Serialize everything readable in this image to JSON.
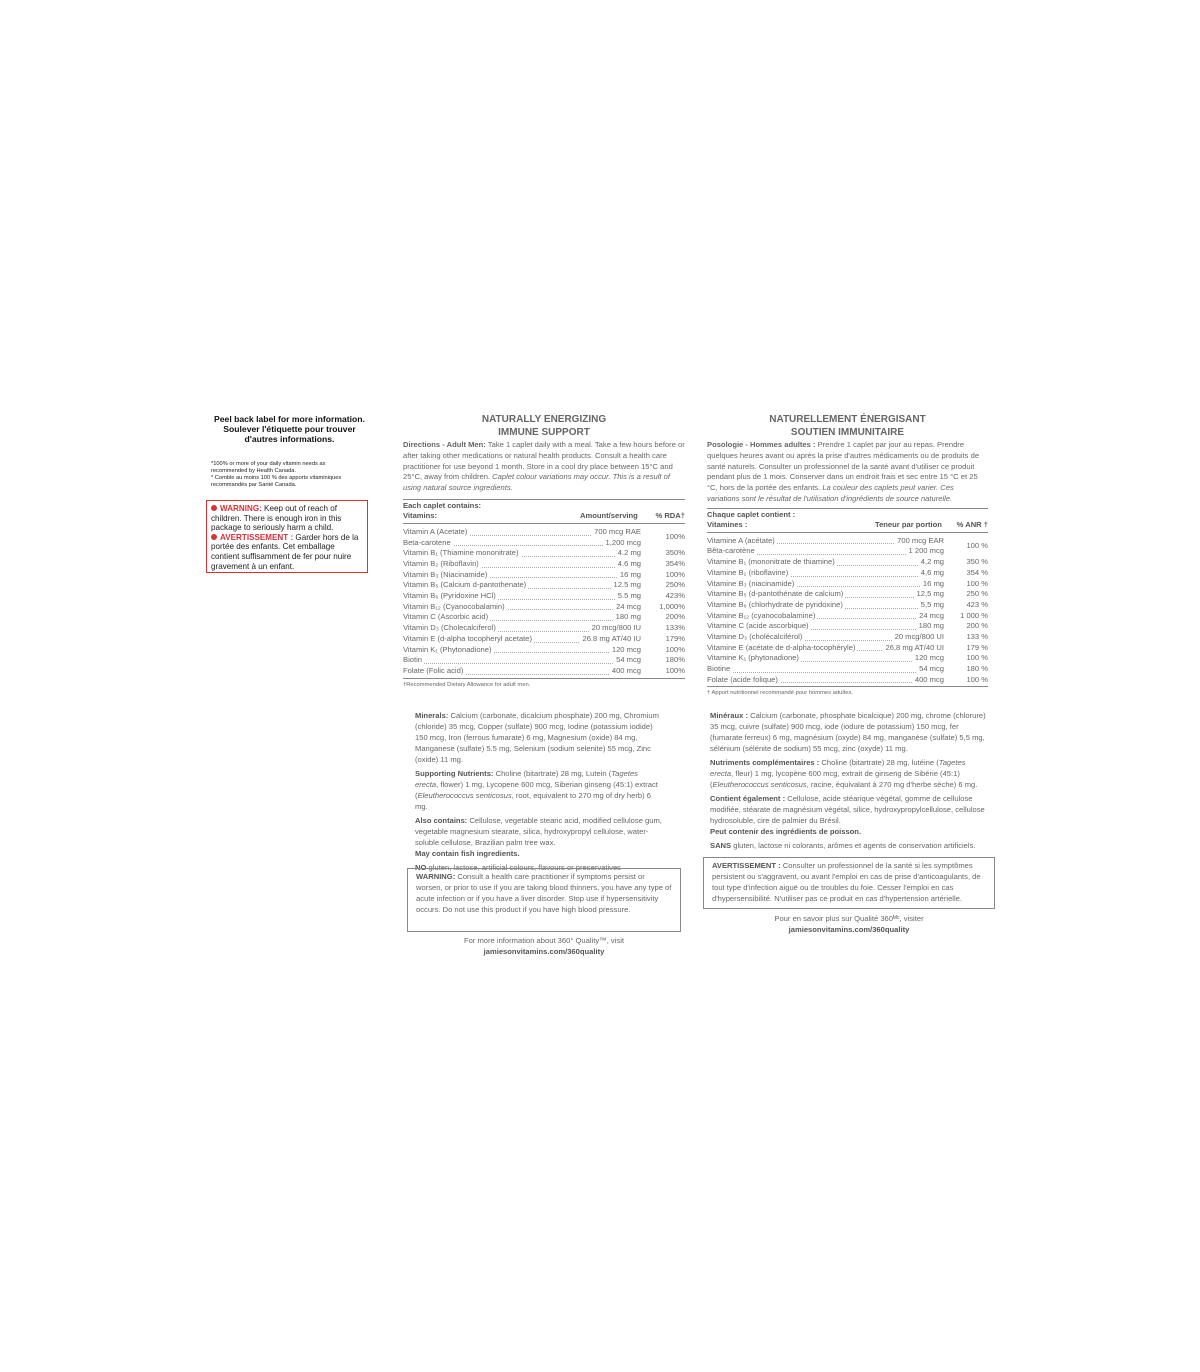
{
  "left": {
    "peel_lines": [
      "Peel back label for more information.",
      "Soulever l'étiquette pour trouver",
      "d'autres informations."
    ],
    "dv_notes": [
      "*100% or more of your daily vitamin needs as",
      "recommended by Health Canada.",
      "* Comble au moins 100 % des apports vitaminiques",
      "recommandés par Santé Canada."
    ],
    "warning": {
      "en_label": "WARNING:",
      "en_text": " Keep out of reach of children. There is enough iron in this package to seriously harm a child.",
      "fr_label": "AVERTISSEMENT :",
      "fr_text": " Garder hors de la portée des enfants. Cet emballage contient suffisamment de fer pour nuire gravement à un enfant."
    },
    "warning_color": "#d6323a"
  },
  "en": {
    "title_lines": [
      "NATURALLY ENERGIZING",
      "IMMUNE SUPPORT"
    ],
    "directions_label": "Directions - Adult Men:",
    "directions_text": " Take 1 caplet daily with a meal. Take a few hours before or after taking other medications or natural health products. Consult a health care practitioner for use beyond 1 month. Store in a cool dry place between 15°C and 25°C, away from children. ",
    "directions_italic": "Caplet colour variations may occur. This is a result of using natural source ingredients.",
    "table_title": "Each caplet contains:",
    "col_name": "Vitamins:",
    "col_amount": "Amount/serving",
    "col_pct": "% RDA†",
    "rows": [
      {
        "name": "Vitamin A (Acetate)",
        "amount": "700 mcg RAE",
        "pct": "100%"
      },
      {
        "name": "Beta-carotene",
        "amount": "1,200 mcg",
        "pct": ""
      },
      {
        "name": "Vitamin B₁ (Thiamine mononitrate)",
        "amount": "4.2 mg",
        "pct": "350%"
      },
      {
        "name": "Vitamin B₂ (Riboflavin)",
        "amount": "4.6 mg",
        "pct": "354%"
      },
      {
        "name": "Vitamin B₃ (Niacinamide)",
        "amount": "16 mg",
        "pct": "100%"
      },
      {
        "name": "Vitamin B₅ (Calcium d-pantothenate)",
        "amount": "12.5 mg",
        "pct": "250%"
      },
      {
        "name": "Vitamin B₆ (Pyridoxine HCl)",
        "amount": "5.5 mg",
        "pct": "423%"
      },
      {
        "name": "Vitamin B₁₂ (Cyanocobalamin)",
        "amount": "24 mcg",
        "pct": "1,000%"
      },
      {
        "name": "Vitamin C (Ascorbic acid)",
        "amount": "180 mg",
        "pct": "200%"
      },
      {
        "name": "Vitamin D₃ (Cholecalciferol)",
        "amount": "20 mcg/800 IU",
        "pct": "133%"
      },
      {
        "name": "Vitamin E (d-alpha tocopheryl acetate)",
        "amount": "26.8 mg AT/40 IU",
        "pct": "179%"
      },
      {
        "name": "Vitamin K₁ (Phytonadione)",
        "amount": "120 mcg",
        "pct": "100%"
      },
      {
        "name": "Biotin",
        "amount": "54 mcg",
        "pct": "180%"
      },
      {
        "name": "Folate (Folic acid)",
        "amount": "400 mcg",
        "pct": "100%"
      }
    ],
    "footnote": "†Recommended Dietary Allowance for adult men.",
    "minerals_label": "Minerals:",
    "minerals_text": " Calcium (carbonate, dicalcium phosphate) 200 mg, Chromium (chloride) 35 mcg, Copper (sulfate) 900 mcg, Iodine (potassium iodide) 150 mcg, Iron (ferrous fumarate) 6 mg, Magnesium (oxide) 84 mg, Manganese (sulfate) 5.5 mg, Selenium (sodium selenite) 55 mcg, Zinc (oxide) 11 mg.",
    "supporting_label": "Supporting Nutrients:",
    "supporting_a": " Choline (bitartrate) 28 mg, Lutein (",
    "supporting_it1": "Tagetes erecta",
    "supporting_b": ", flower) 1 mg, Lycopene 600 mcg, Siberian ginseng (45:1) extract (",
    "supporting_it2": "Eleutherococcus senticosus",
    "supporting_c": ", root, equivalent to 270 mg of dry herb) 6 mg.",
    "also_label": "Also contains:",
    "also_text": " Cellulose, vegetable stearic acid, modified cellulose gum, vegetable magnesium stearate, silica, hydroxypropyl cellulose, water-soluble cellulose, Brazilian palm tree wax.",
    "fish": "May contain fish ingredients.",
    "no_label": "NO",
    "no_text": " gluten, lactose, artificial colours, flavours or preservatives",
    "warn_label": "WARNING:",
    "warn_text": " Consult a health care practitioner if symptoms persist or worsen, or prior to use if you are taking blood thinners, you have any type of acute infection or if you have a liver disorder. Stop use if hypersensitivity occurs. Do not use this product if you have high blood pressure.",
    "more_line": "For more information about 360° Quality™, visit",
    "more_url": "jamiesonvitamins.com/360quality"
  },
  "fr": {
    "title_lines": [
      "NATURELLEMENT ÉNERGISANT",
      "SOUTIEN IMMUNITAIRE"
    ],
    "directions_label": "Posologie - Hommes adultes :",
    "directions_text": " Prendre 1 caplet par jour au repas. Prendre quelques heures avant ou après la prise d'autres médicaments ou de produits de santé naturels. Consulter un professionnel de la santé avant d'utiliser ce produit pendant plus de 1 mois. Conserver dans un endroit frais et sec entre 15 °C et 25 °C, hors de la portée des enfants. ",
    "directions_italic": "La couleur des caplets peut varier. Ces variations sont le résultat de l'utilisation d'ingrédients de source naturelle.",
    "table_title": "Chaque caplet contient :",
    "col_name": "Vitamines :",
    "col_amount": "Teneur par portion",
    "col_pct": "% ANR †",
    "rows": [
      {
        "name": "Vitamine A (acétate)",
        "amount": "700 mcg EAR",
        "pct": "100 %"
      },
      {
        "name": "Bêta-carotène",
        "amount": "1 200 mcg",
        "pct": ""
      },
      {
        "name": "Vitamine B₁ (mononitrate de thiamine)",
        "amount": "4,2 mg",
        "pct": "350 %"
      },
      {
        "name": "Vitamine B₂ (riboflavine)",
        "amount": "4,6 mg",
        "pct": "354 %"
      },
      {
        "name": "Vitamine B₃ (niacinamide)",
        "amount": "16 mg",
        "pct": "100 %"
      },
      {
        "name": "Vitamine B₅ (d-pantothénate de calcium)",
        "amount": "12,5 mg",
        "pct": "250 %"
      },
      {
        "name": "Vitamine B₆ (chlorhydrate de pyridoxine)",
        "amount": "5,5 mg",
        "pct": "423 %"
      },
      {
        "name": "Vitamine B₁₂ (cyanocobalamine)",
        "amount": "24 mcg",
        "pct": "1 000 %"
      },
      {
        "name": "Vitamine C (acide ascorbique)",
        "amount": "180 mg",
        "pct": "200 %"
      },
      {
        "name": "Vitamine D₃ (cholécalciférol)",
        "amount": "20 mcg/800 UI",
        "pct": "133 %"
      },
      {
        "name": "Vitamine E (acétate de d-alpha-tocophéryle)",
        "amount": "26,8 mg AT/40 UI",
        "pct": "179 %"
      },
      {
        "name": "Vitamine K₁ (phytonadione)",
        "amount": "120 mcg",
        "pct": "100 %"
      },
      {
        "name": "Biotine",
        "amount": "54 mcg",
        "pct": "180 %"
      },
      {
        "name": "Folate (acide folique)",
        "amount": "400 mcg",
        "pct": "100 %"
      }
    ],
    "footnote": "† Apport nutritionnel recommandé pour hommes adultes.",
    "minerals_label": "Minéraux :",
    "minerals_text": " Calcium (carbonate, phosphate bicalcique) 200 mg, chrome (chlorure) 35 mcg, cuivre (sulfate) 900 mcg, iode (iodure de potassium) 150 mcg, fer (fumarate ferreux) 6 mg, magnésium (oxyde) 84 mg, manganèse (sulfate) 5,5 mg, sélénium (sélénite de sodium) 55 mcg, zinc (oxyde) 11 mg.",
    "supporting_label": "Nutriments complémentaires :",
    "supporting_a": " Choline (bitartrate) 28 mg, lutéine (",
    "supporting_it1": "Tagetes erecta",
    "supporting_b": ", fleur) 1 mg, lycopène 600 mcg, extrait de ginseng de Sibérie (45:1) (",
    "supporting_it2": "Eleutherococcus senticosus",
    "supporting_c": ", racine, équivalant à 270 mg d'herbe sèche) 6 mg.",
    "also_label": "Contient également :",
    "also_text": " Cellulose, acide stéarique végétal, gomme de cellulose modifiée, stéarate de magnésium végétal, silice, hydroxypropylcellulose, cellulose hydrosoluble, cire de palmier du Brésil.",
    "fish": "Peut contenir des ingrédients de poisson.",
    "no_label": "SANS",
    "no_text": " gluten, lactose ni colorants, arômes et agents de conservation artificiels.",
    "warn_label": "AVERTISSEMENT :",
    "warn_text": " Consulter un professionnel de la santé si les symptômes persistent ou s'aggravent, ou avant l'emploi en cas de prise d'anticoagulants, de tout type d'infection aiguë ou de troubles du foie. Cesser l'emploi en cas d'hypersensibilité. N'utiliser pas ce produit en cas d'hypertension artérielle.",
    "more_line": "Pour en savoir plus sur Qualité 360ᴹᶜ, visiter",
    "more_url": "jamiesonvitamins.com/360quality"
  }
}
